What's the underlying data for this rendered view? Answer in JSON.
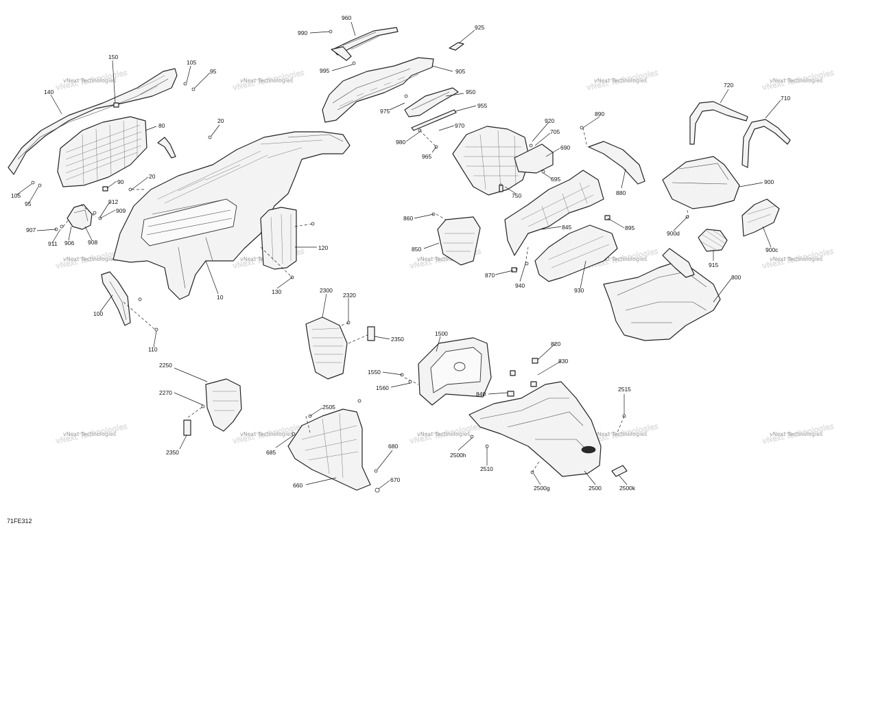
{
  "figure_id": "71FE312",
  "watermark": "vNext Technologies",
  "labels": [
    "960",
    "990",
    "925",
    "995",
    "905",
    "150",
    "105",
    "95",
    "140",
    "80",
    "20",
    "950",
    "975",
    "955",
    "970",
    "980",
    "965",
    "920",
    "705",
    "890",
    "690",
    "695",
    "720",
    "710",
    "900",
    "880",
    "750",
    "105",
    "95",
    "90",
    "912",
    "909",
    "907",
    "911",
    "906",
    "908",
    "20",
    "860",
    "850",
    "845",
    "870",
    "940",
    "895",
    "930",
    "900d",
    "900c",
    "915",
    "800",
    "120",
    "130",
    "10",
    "100",
    "110",
    "2300",
    "2320",
    "2350",
    "1500",
    "820",
    "830",
    "1550",
    "1560",
    "840",
    "2515",
    "2250",
    "2270",
    "2350",
    "2505",
    "685",
    "680",
    "660",
    "670",
    "2500h",
    "2510",
    "2500g",
    "2500",
    "2500k"
  ]
}
